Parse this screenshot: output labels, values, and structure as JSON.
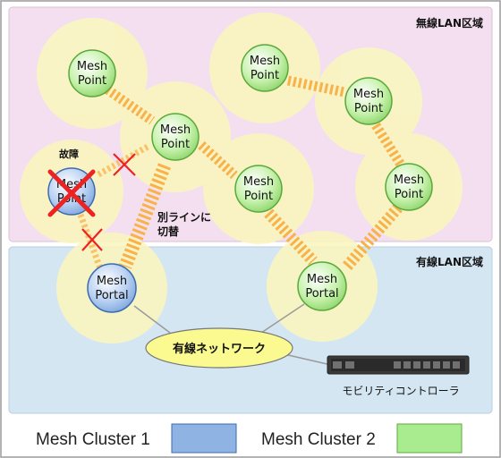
{
  "zones": {
    "wireless_label": "無線LAN区域",
    "wired_label": "有線LAN区域"
  },
  "nodes": [
    {
      "id": "mp1",
      "line1": "Mesh",
      "line2": "Point",
      "cluster": 2
    },
    {
      "id": "mp2",
      "line1": "Mesh",
      "line2": "Point",
      "cluster": 2
    },
    {
      "id": "mp_failed",
      "line1": "Mesh",
      "line2": "Point",
      "cluster": 1,
      "failed": true
    },
    {
      "id": "mp3",
      "line1": "Mesh",
      "line2": "Point",
      "cluster": 2
    },
    {
      "id": "mp4",
      "line1": "Mesh",
      "line2": "Point",
      "cluster": 2
    },
    {
      "id": "mp5",
      "line1": "Mesh",
      "line2": "Point",
      "cluster": 2
    },
    {
      "id": "mp6",
      "line1": "Mesh",
      "line2": "Point",
      "cluster": 2
    },
    {
      "id": "portal1",
      "line1": "Mesh",
      "line2": "Portal",
      "cluster": 1
    },
    {
      "id": "portal2",
      "line1": "Mesh",
      "line2": "Portal",
      "cluster": 2
    }
  ],
  "annotations": {
    "failure": "故障",
    "reroute_line1": "別ラインに",
    "reroute_line2": "切替"
  },
  "network": {
    "wired_label": "有線ネットワーク",
    "controller_label": "モビリティコントローラ"
  },
  "legend": [
    {
      "label": "Mesh Cluster 1",
      "color": "#8fb4e3"
    },
    {
      "label": "Mesh Cluster 2",
      "color": "#a9ec90"
    }
  ],
  "colors": {
    "wireless_zone": "#f4dff0",
    "wired_zone": "#d5e6f3",
    "halo": "#faf6c0",
    "link": "#f8b24a",
    "cross": "#ee2222",
    "cluster1_node": "#b9d1f2",
    "cluster2_node": "#c7f2ad",
    "ellipse": "#fafa90"
  }
}
